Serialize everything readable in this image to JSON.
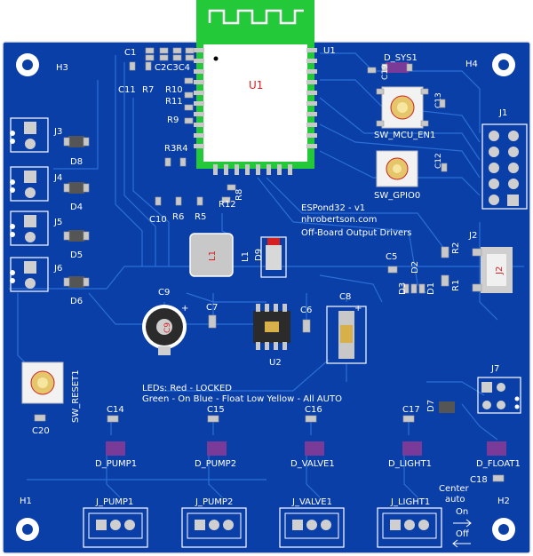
{
  "board": {
    "colors": {
      "board": "#0b3fa8",
      "trace": "#2a6fd6",
      "silkscreen": "#ffffff",
      "pad": "#c8c8c8",
      "antenna_area": "#24c93a",
      "chip": "#2b2b2b",
      "led": "#7a3a98",
      "module_label": "#d62020"
    },
    "title_block": {
      "line1": "ESPond32 - v1",
      "line2": "nhrobertson.com",
      "line3": "Off-Board Output Drivers"
    },
    "leds_legend": {
      "line1": "LEDs:      Red - LOCKED",
      "line2": "Green - On   Blue - Float Low   Yellow - All AUTO"
    },
    "switch_legend": {
      "center": "Center",
      "auto": "auto",
      "on": "On",
      "off": "Off"
    },
    "mount_holes": [
      "H1",
      "H2",
      "H3",
      "H4"
    ],
    "modules": {
      "u1": "U1",
      "u2": "U2",
      "l1": "L1",
      "j2": "J2",
      "c8": "C8",
      "c9": "C9"
    },
    "switches": {
      "mcu_en": "SW_MCU_EN1",
      "gpio0": "SW_GPIO0",
      "reset": "SW_RESET1"
    },
    "connectors": [
      "J1",
      "J2",
      "J3",
      "J4",
      "J5",
      "J6",
      "J7"
    ],
    "output_connectors": [
      "J_PUMP1",
      "J_PUMP2",
      "J_VALVE1",
      "J_LIGHT1"
    ],
    "output_leds": [
      "D_PUMP1",
      "D_PUMP2",
      "D_VALVE1",
      "D_LIGHT1",
      "D_FLOAT1"
    ],
    "refdes": {
      "c1": "C1",
      "c2c3c4": "C2C3C4",
      "c11": "C11",
      "r7": "R7",
      "r10": "R10",
      "r11": "R11",
      "r9": "R9",
      "r3r4": "R3R4",
      "r8": "R8",
      "r12": "R12",
      "c10": "C10",
      "r6": "R6",
      "r5": "R5",
      "d_sys1": "D_SYS1",
      "c19": "C19",
      "c13": "C13",
      "c12": "C12",
      "d8": "D8",
      "d4": "D4",
      "d5": "D5",
      "d6": "D6",
      "d9": "D9",
      "d1": "D1",
      "d2": "D2",
      "d3": "D3",
      "d7": "D7",
      "r1": "R1",
      "r2": "R2",
      "c5": "C5",
      "c6": "C6",
      "c7": "C7",
      "c14": "C14",
      "c15": "C15",
      "c16": "C16",
      "c17": "C17",
      "c18": "C18",
      "c20": "C20"
    }
  }
}
